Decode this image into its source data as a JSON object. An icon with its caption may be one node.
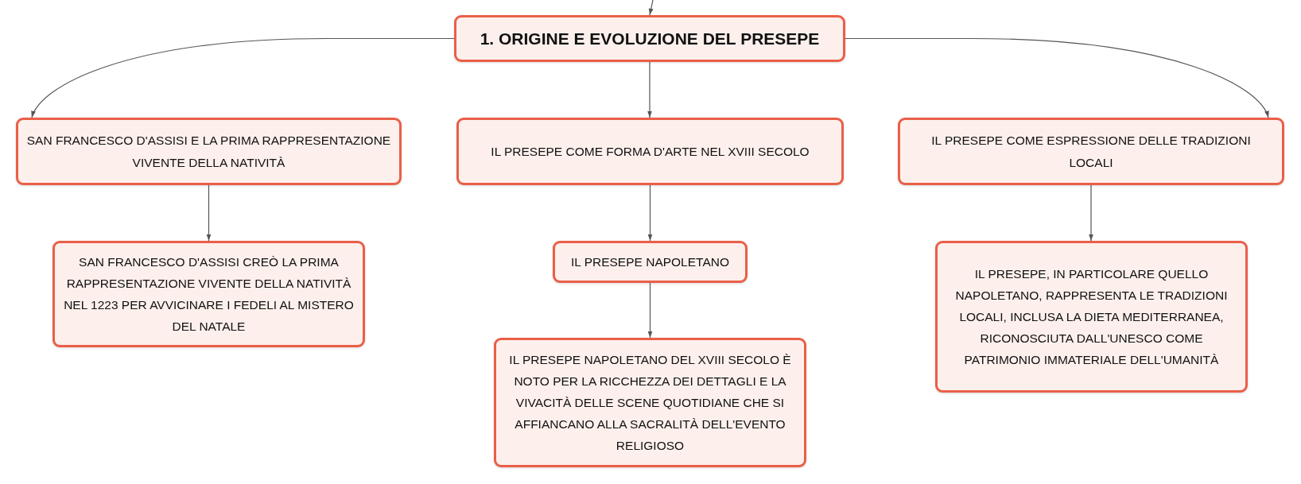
{
  "diagram": {
    "nodes": [
      {
        "text": [
          "1. ORIGINE E EVOLUZIONE DEL PRESEPE"
        ]
      },
      {
        "text": [
          "SAN FRANCESCO D'ASSISI E LA PRIMA RAPPRESENTAZIONE VIVENTE DELLA NATIVITÀ"
        ]
      },
      {
        "text": [
          "IL PRESEPE COME FORMA D'ARTE NEL XVIII SECOLO"
        ]
      },
      {
        "text": [
          "IL PRESEPE COME ESPRESSIONE DELLE TRADIZIONI LOCALI"
        ]
      },
      {
        "text": [
          "SAN FRANCESCO D'ASSISI CREÒ LA PRIMA RAPPRESENTAZIONE VIVENTE DELLA NATIVITÀ NEL 1223 PER AVVICINARE I FEDELI AL MISTERO DEL NATALE"
        ]
      },
      {
        "text": [
          "IL PRESEPE NAPOLETANO"
        ]
      },
      {
        "text": [
          "IL PRESEPE NAPOLETANO DEL XVIII SECOLO È NOTO PER LA RICCHEZZA DEI DETTAGLI E LA VIVACITÀ DELLE SCENE QUOTIDIANE CHE SI AFFIANCANO ALLA SACRALITÀ DELL'EVENTO RELIGIOSO"
        ]
      },
      {
        "text": [
          "IL PRESEPE, IN PARTICOLARE QUELLO NAPOLETANO, RAPPRESENTA LE TRADIZIONI LOCALI, INCLUSA LA DIETA MEDITERRANEA, RICONOSCIUTA DALL'UNESCO COME PATRIMONIO IMMATERIALE DELL'UMANITÀ"
        ]
      }
    ],
    "edges": [
      {
        "from": null,
        "to": 0,
        "arrow": "to"
      },
      {
        "from": 0,
        "to": 1,
        "arrow": "to"
      },
      {
        "from": 0,
        "to": 2,
        "arrow": "to"
      },
      {
        "from": 0,
        "to": 3,
        "arrow": "to"
      },
      {
        "from": 1,
        "to": 4,
        "arrow": "to"
      },
      {
        "from": 2,
        "to": 5,
        "arrow": "to"
      },
      {
        "from": 5,
        "to": 6,
        "arrow": "to"
      },
      {
        "from": 3,
        "to": 7,
        "arrow": "to"
      }
    ]
  }
}
